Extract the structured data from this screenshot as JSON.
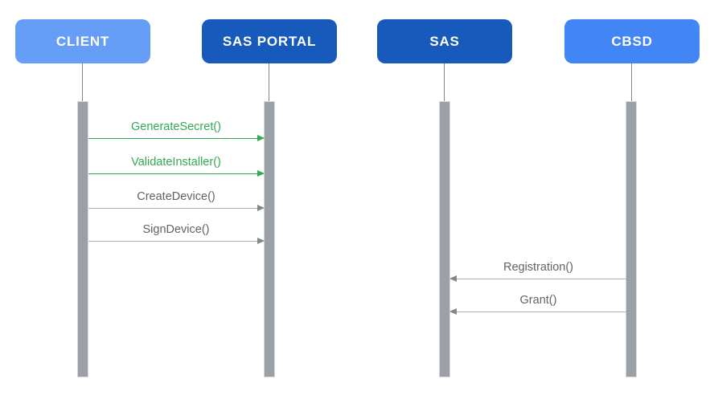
{
  "diagram": {
    "type": "sequence-diagram",
    "actors": [
      {
        "label": "CLIENT",
        "color": "#669DF6"
      },
      {
        "label": "SAS PORTAL",
        "color": "#185ABC"
      },
      {
        "label": "SAS",
        "color": "#185ABC"
      },
      {
        "label": "CBSD",
        "color": "#4285F4"
      }
    ],
    "messages": [
      {
        "label": "GenerateSecret()",
        "from": "CLIENT",
        "to": "SAS PORTAL",
        "direction": "right",
        "color": "#34A853"
      },
      {
        "label": "ValidateInstaller()",
        "from": "CLIENT",
        "to": "SAS PORTAL",
        "direction": "right",
        "color": "#34A853"
      },
      {
        "label": "CreateDevice()",
        "from": "CLIENT",
        "to": "SAS PORTAL",
        "direction": "right",
        "color": "#5F6368"
      },
      {
        "label": "SignDevice()",
        "from": "CLIENT",
        "to": "SAS PORTAL",
        "direction": "right",
        "color": "#5F6368"
      },
      {
        "label": "Registration()",
        "from": "CBSD",
        "to": "SAS",
        "direction": "left",
        "color": "#5F6368"
      },
      {
        "label": "Grant()",
        "from": "CBSD",
        "to": "SAS",
        "direction": "left",
        "color": "#5F6368"
      }
    ],
    "colors": {
      "actor_light_blue": "#669DF6",
      "actor_blue": "#4285F4",
      "actor_dark_blue": "#185ABC",
      "message_green": "#34A853",
      "message_gray_text": "#5F6368",
      "message_gray_line": "#9AA0A6",
      "lifeline_bar_fill": "#9AA0A6",
      "lifeline_bar_border": "#D7D9DC",
      "background": "#FFFFFF"
    }
  }
}
